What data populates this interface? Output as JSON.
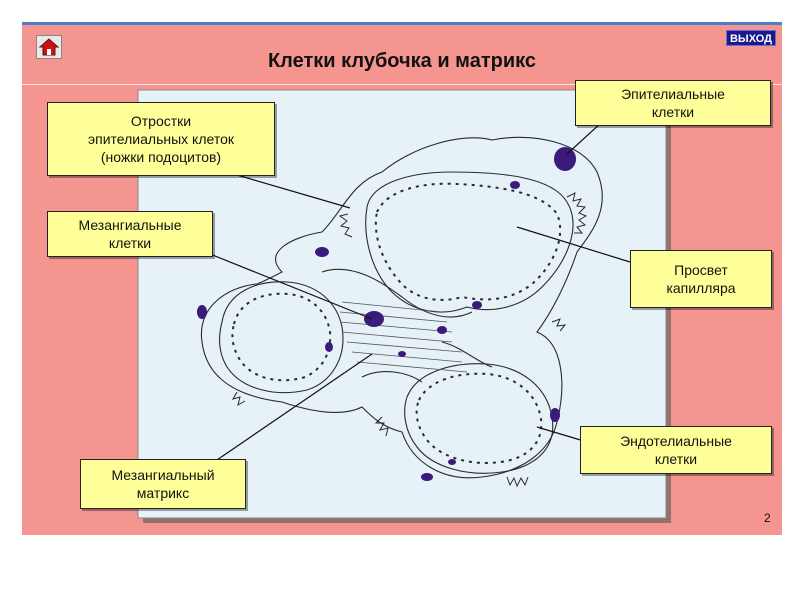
{
  "slide": {
    "title": "Клетки клубочка и матрикс",
    "exit_label": "ВЫХОД",
    "page_number": "2",
    "colors": {
      "background": "#f4968f",
      "panel": "#e6f2f8",
      "callout": "#ffff99",
      "nucleus": "#3a1a7a"
    }
  },
  "home_button": {
    "icon": "house-icon"
  },
  "labels": {
    "podocyte_processes": "Отростки\nэпителиальных клеток\n(ножки подоцитов)",
    "epithelial_cells": "Эпителиальные\nклетки",
    "mesangial_cells": "Мезангиальные\nклетки",
    "capillary_lumen": "Просвет\nкапилляра",
    "endothelial_cells": "Эндотелиальные\nклетки",
    "mesangial_matrix": "Мезангиальный\nматрикс"
  }
}
